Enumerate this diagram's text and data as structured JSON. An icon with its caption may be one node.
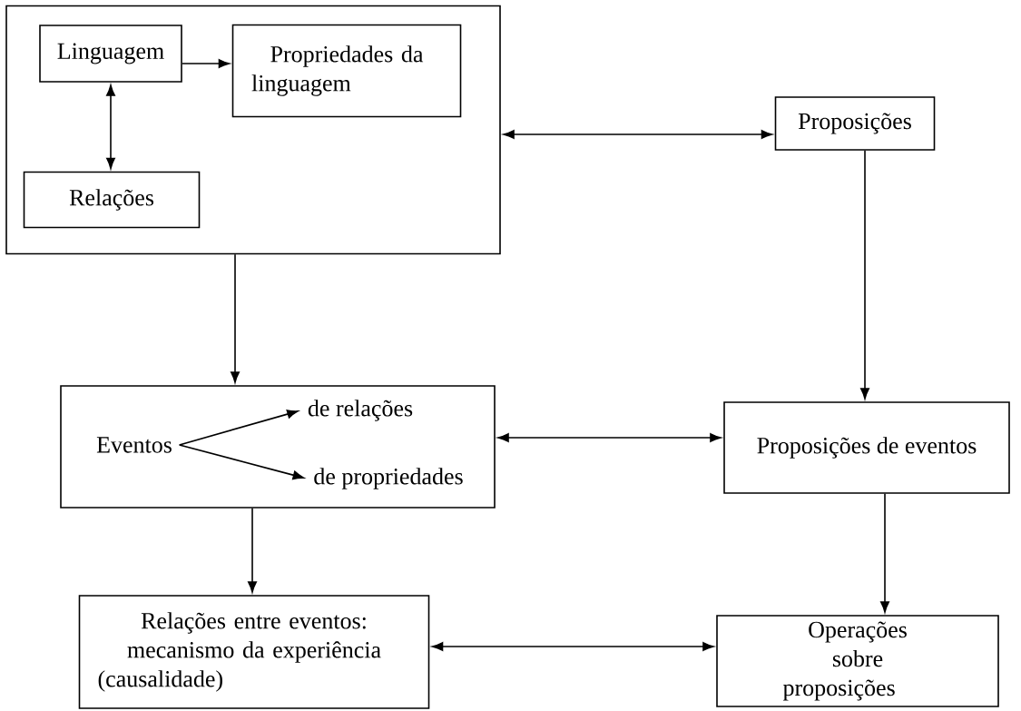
{
  "diagram": {
    "nodes": [
      {
        "text": [],
        "shape": "box"
      },
      {
        "text": [
          "Linguagem"
        ],
        "in": 0
      },
      {
        "text": [
          "Propriedades da linguagem"
        ],
        "in": 0
      },
      {
        "text": [
          "Relações"
        ],
        "in": 0
      },
      {
        "text": [
          "Proposições"
        ]
      },
      {
        "text": [],
        "shape": "box"
      },
      {
        "text": [
          "Eventos"
        ],
        "in": 5
      },
      {
        "text": [
          "de relações"
        ],
        "in": 5
      },
      {
        "text": [
          "de propriedades"
        ],
        "in": 5
      },
      {
        "text": [
          "Proposições de eventos"
        ]
      },
      {
        "text": [
          "Relações entre eventos: mecanismo da experiência (causalidade)"
        ]
      },
      {
        "text": [
          "Operações sobre proposições"
        ]
      }
    ],
    "edges": [
      {
        "from": 1,
        "to": 2,
        "arrow": "to"
      },
      {
        "from": 1,
        "to": 3,
        "arrow": "both"
      },
      {
        "from": 0,
        "to": 4,
        "arrow": "both"
      },
      {
        "from": 0,
        "to": 5,
        "arrow": "to"
      },
      {
        "from": 4,
        "to": 9,
        "arrow": "to"
      },
      {
        "from": 6,
        "to": 7,
        "arrow": "to"
      },
      {
        "from": 6,
        "to": 8,
        "arrow": "to"
      },
      {
        "from": 5,
        "to": 9,
        "arrow": "both"
      },
      {
        "from": 5,
        "to": 10,
        "arrow": "to"
      },
      {
        "from": 9,
        "to": 11,
        "arrow": "to"
      },
      {
        "from": 10,
        "to": 11,
        "arrow": "both"
      }
    ]
  }
}
